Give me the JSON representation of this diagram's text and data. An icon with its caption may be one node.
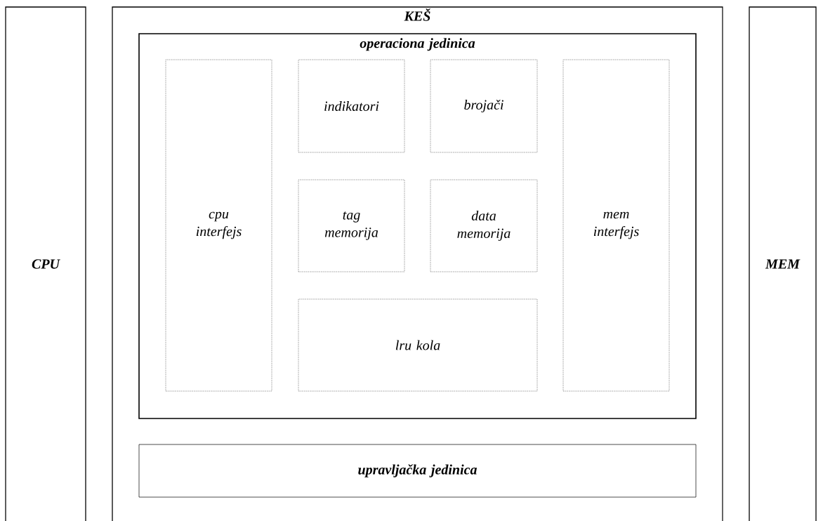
{
  "diagram": {
    "nodes": [
      {
        "text": [
          "CPU"
        ]
      },
      {
        "text": [
          "KEŠ"
        ]
      },
      {
        "text": [
          "operaciona jedinica"
        ],
        "in": 1
      },
      {
        "text": [
          "cpu interfejs"
        ],
        "in": 2
      },
      {
        "text": [
          "indikatori"
        ],
        "in": 2
      },
      {
        "text": [
          "brojači"
        ],
        "in": 2
      },
      {
        "text": [
          "tag memorija"
        ],
        "in": 2
      },
      {
        "text": [
          "data memorija"
        ],
        "in": 2
      },
      {
        "text": [
          "mem interfejs"
        ],
        "in": 2
      },
      {
        "text": [
          "lru kola"
        ],
        "in": 2
      },
      {
        "text": [
          "upravljačka jedinica"
        ],
        "in": 1
      },
      {
        "text": [
          "MEM"
        ]
      }
    ]
  }
}
